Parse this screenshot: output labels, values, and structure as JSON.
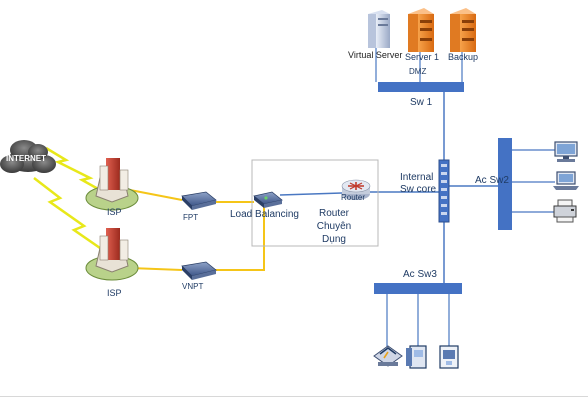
{
  "labels": {
    "internet": "INTERNET",
    "isp_top": "ISP",
    "isp_bottom": "ISP",
    "fpt": "FPT",
    "vnpt": "VNPT",
    "load_balancing": "Load Balancing",
    "router_small": "Router",
    "router_dedicated": "Router\nChuyên\nDụng",
    "internal_sw_core": "Internal\nSw core",
    "virtual_server": "Virtual Server",
    "server1": "Server 1",
    "backup": "Backup",
    "dmz": "DMZ",
    "sw1": "Sw 1",
    "ac_sw2": "Ac Sw2",
    "ac_sw3": "Ac Sw3"
  },
  "colors": {
    "switch_bar": "#4472c4",
    "link_blue": "#4a78c2",
    "link_yellow": "#f5c518",
    "lightning": "#e8e81a",
    "building_red": "#c0392b",
    "server_orange": "#f08c28"
  }
}
